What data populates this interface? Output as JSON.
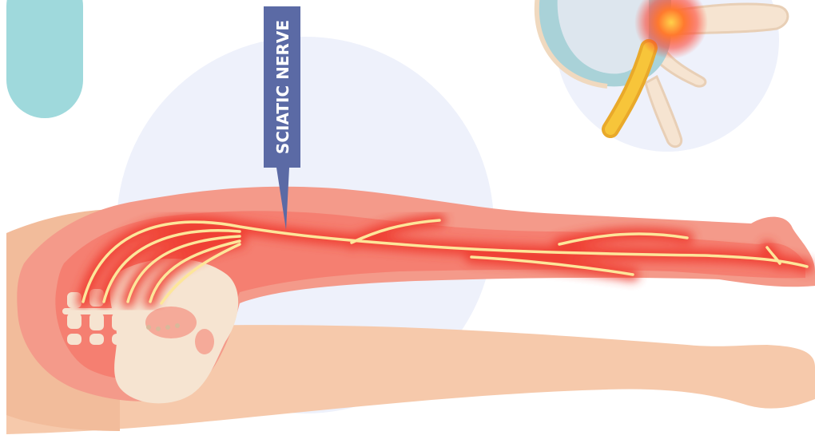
{
  "label": {
    "text": "SCIATIC NERVE"
  },
  "colors": {
    "background": "#ffffff",
    "teal_pill": "#9fd9dc",
    "halo_circle": "#eef1fb",
    "skin_light": "#f6c9ab",
    "skin_back": "#f2bc9b",
    "inflamed_outer": "#f49a8a",
    "inflamed_mid": "#f47a6c",
    "nerve_glow": "#ef3b2f",
    "nerve_core": "#fde69a",
    "bone": "#f6e4d1",
    "bone_shadow": "#e8cfb6",
    "disc_outer": "#a9d2d8",
    "disc_inner": "#dde6ee",
    "pain_hotspot": "#ff5a2e",
    "nerve_root": "#f7c53a",
    "label_bg": "#5b6aa5",
    "label_text": "#ffffff"
  },
  "icons": [
    "spine-disc-illustration",
    "pelvis-bone-icon",
    "sacrum-icon",
    "nerve-pathway"
  ]
}
